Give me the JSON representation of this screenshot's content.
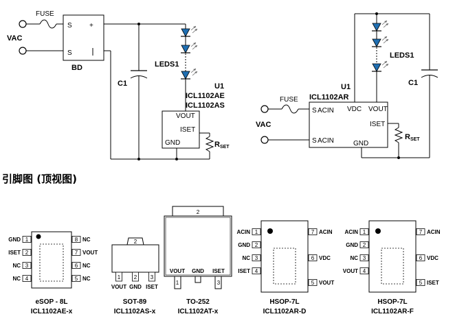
{
  "circuit_left": {
    "input_label": "VAC",
    "fuse_label": "FUSE",
    "bridge_label": "BD",
    "bridge_plus": "+",
    "cap_label": "C1",
    "leds_label": "LEDS1",
    "ic_ref": "U1",
    "ic_part_1": "ICL1102AE",
    "ic_part_2": "ICL1102AS",
    "pin_vout": "VOUT",
    "pin_iset": "ISET",
    "pin_gnd": "GND",
    "rset_main": "R",
    "rset_sub": "SET"
  },
  "circuit_right": {
    "input_label": "VAC",
    "fuse_label": "FUSE",
    "ic_ref": "U1",
    "ic_part": "ICL1102AR",
    "pin_acin_1": "ACIN",
    "pin_acin_2": "ACIN",
    "pin_vdc": "VDC",
    "pin_vout": "VOUT",
    "pin_iset": "ISET",
    "pin_gnd": "GND",
    "leds_label": "LEDS1",
    "cap_label": "C1",
    "rset_main": "R",
    "rset_sub": "SET"
  },
  "section_title": "引脚图 (顶视图)",
  "packages": [
    {
      "name": "eSOP - 8L",
      "part": "ICL1102AE-x",
      "left_pins": [
        {
          "n": "1",
          "l": "GND"
        },
        {
          "n": "2",
          "l": "ISET"
        },
        {
          "n": "3",
          "l": "NC"
        },
        {
          "n": "4",
          "l": "NC"
        }
      ],
      "right_pins": [
        {
          "n": "8",
          "l": "NC"
        },
        {
          "n": "7",
          "l": "VOUT"
        },
        {
          "n": "6",
          "l": "NC"
        },
        {
          "n": "5",
          "l": "NC"
        }
      ]
    },
    {
      "name": "SOT-89",
      "part": "ICL1102AS-x",
      "tab": "2",
      "bottom_pins": [
        {
          "n": "1",
          "l": "VOUT"
        },
        {
          "n": "2",
          "l": "GND"
        },
        {
          "n": "3",
          "l": "ISET"
        }
      ]
    },
    {
      "name": "TO-252",
      "part": "ICL1102AT-x",
      "tab": "2",
      "inner_labels": [
        "VOUT",
        "GND",
        "ISET"
      ],
      "bottom_pins": [
        "1",
        "3"
      ]
    },
    {
      "name": "HSOP-7L",
      "part": "ICL1102AR-D",
      "left_pins": [
        {
          "n": "1",
          "l": "ACIN"
        },
        {
          "n": "2",
          "l": "GND"
        },
        {
          "n": "3",
          "l": "NC"
        },
        {
          "n": "4",
          "l": "ISET"
        }
      ],
      "right_pins": [
        {
          "n": "7",
          "l": "ACIN"
        },
        {
          "n": "6",
          "l": "VDC"
        },
        {
          "n": "5",
          "l": "VOUT"
        }
      ]
    },
    {
      "name": "HSOP-7L",
      "part": "ICL1102AR-F",
      "left_pins": [
        {
          "n": "1",
          "l": "ACIN"
        },
        {
          "n": "2",
          "l": "GND"
        },
        {
          "n": "3",
          "l": "NC"
        },
        {
          "n": "4",
          "l": "VOUT"
        }
      ],
      "right_pins": [
        {
          "n": "7",
          "l": "ACIN"
        },
        {
          "n": "6",
          "l": "VDC"
        },
        {
          "n": "5",
          "l": "ISET"
        }
      ]
    }
  ],
  "colors": {
    "led": "#1f6fb2",
    "line": "#000000"
  }
}
